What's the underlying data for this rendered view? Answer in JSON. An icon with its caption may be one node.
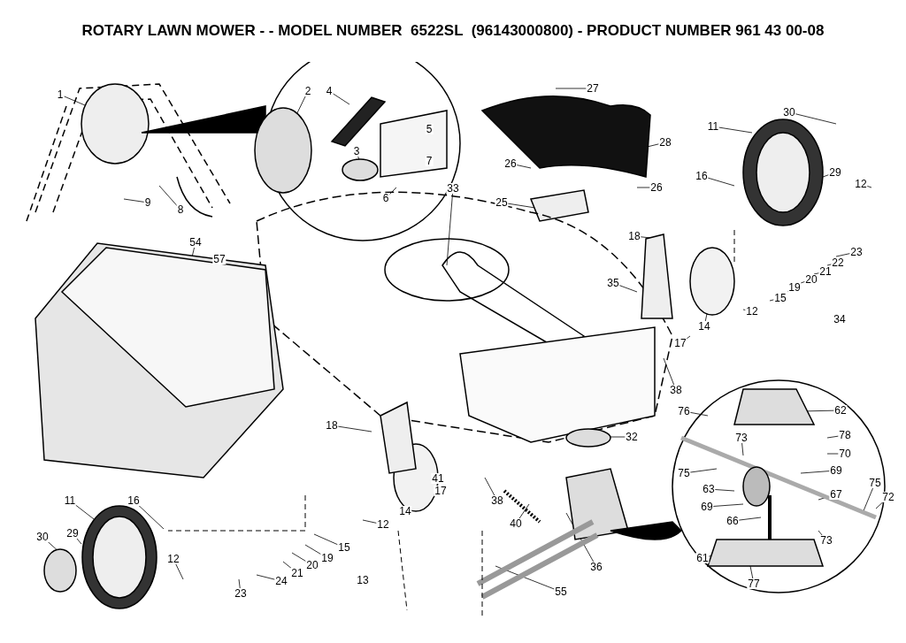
{
  "diagram": {
    "title": "ROTARY LAWN MOWER - - MODEL NUMBER  6522SL  (96143000800) - PRODUCT NUMBER 961 43 00-08",
    "labels": [
      "1",
      "2",
      "4",
      "27",
      "30",
      "11",
      "5",
      "28",
      "3",
      "7",
      "26",
      "16",
      "29",
      "12",
      "26",
      "33",
      "9",
      "8",
      "6",
      "25",
      "18",
      "54",
      "23",
      "57",
      "22",
      "21",
      "20",
      "19",
      "15",
      "35",
      "12",
      "14",
      "34",
      "17",
      "38",
      "62",
      "76",
      "18",
      "32",
      "73",
      "78",
      "70",
      "69",
      "75",
      "41",
      "17",
      "63",
      "75",
      "67",
      "72",
      "38",
      "69",
      "14",
      "66",
      "11",
      "16",
      "40",
      "12",
      "30",
      "29",
      "15",
      "19",
      "61",
      "73",
      "20",
      "36",
      "21",
      "12",
      "13",
      "24",
      "77",
      "55",
      "23"
    ]
  }
}
